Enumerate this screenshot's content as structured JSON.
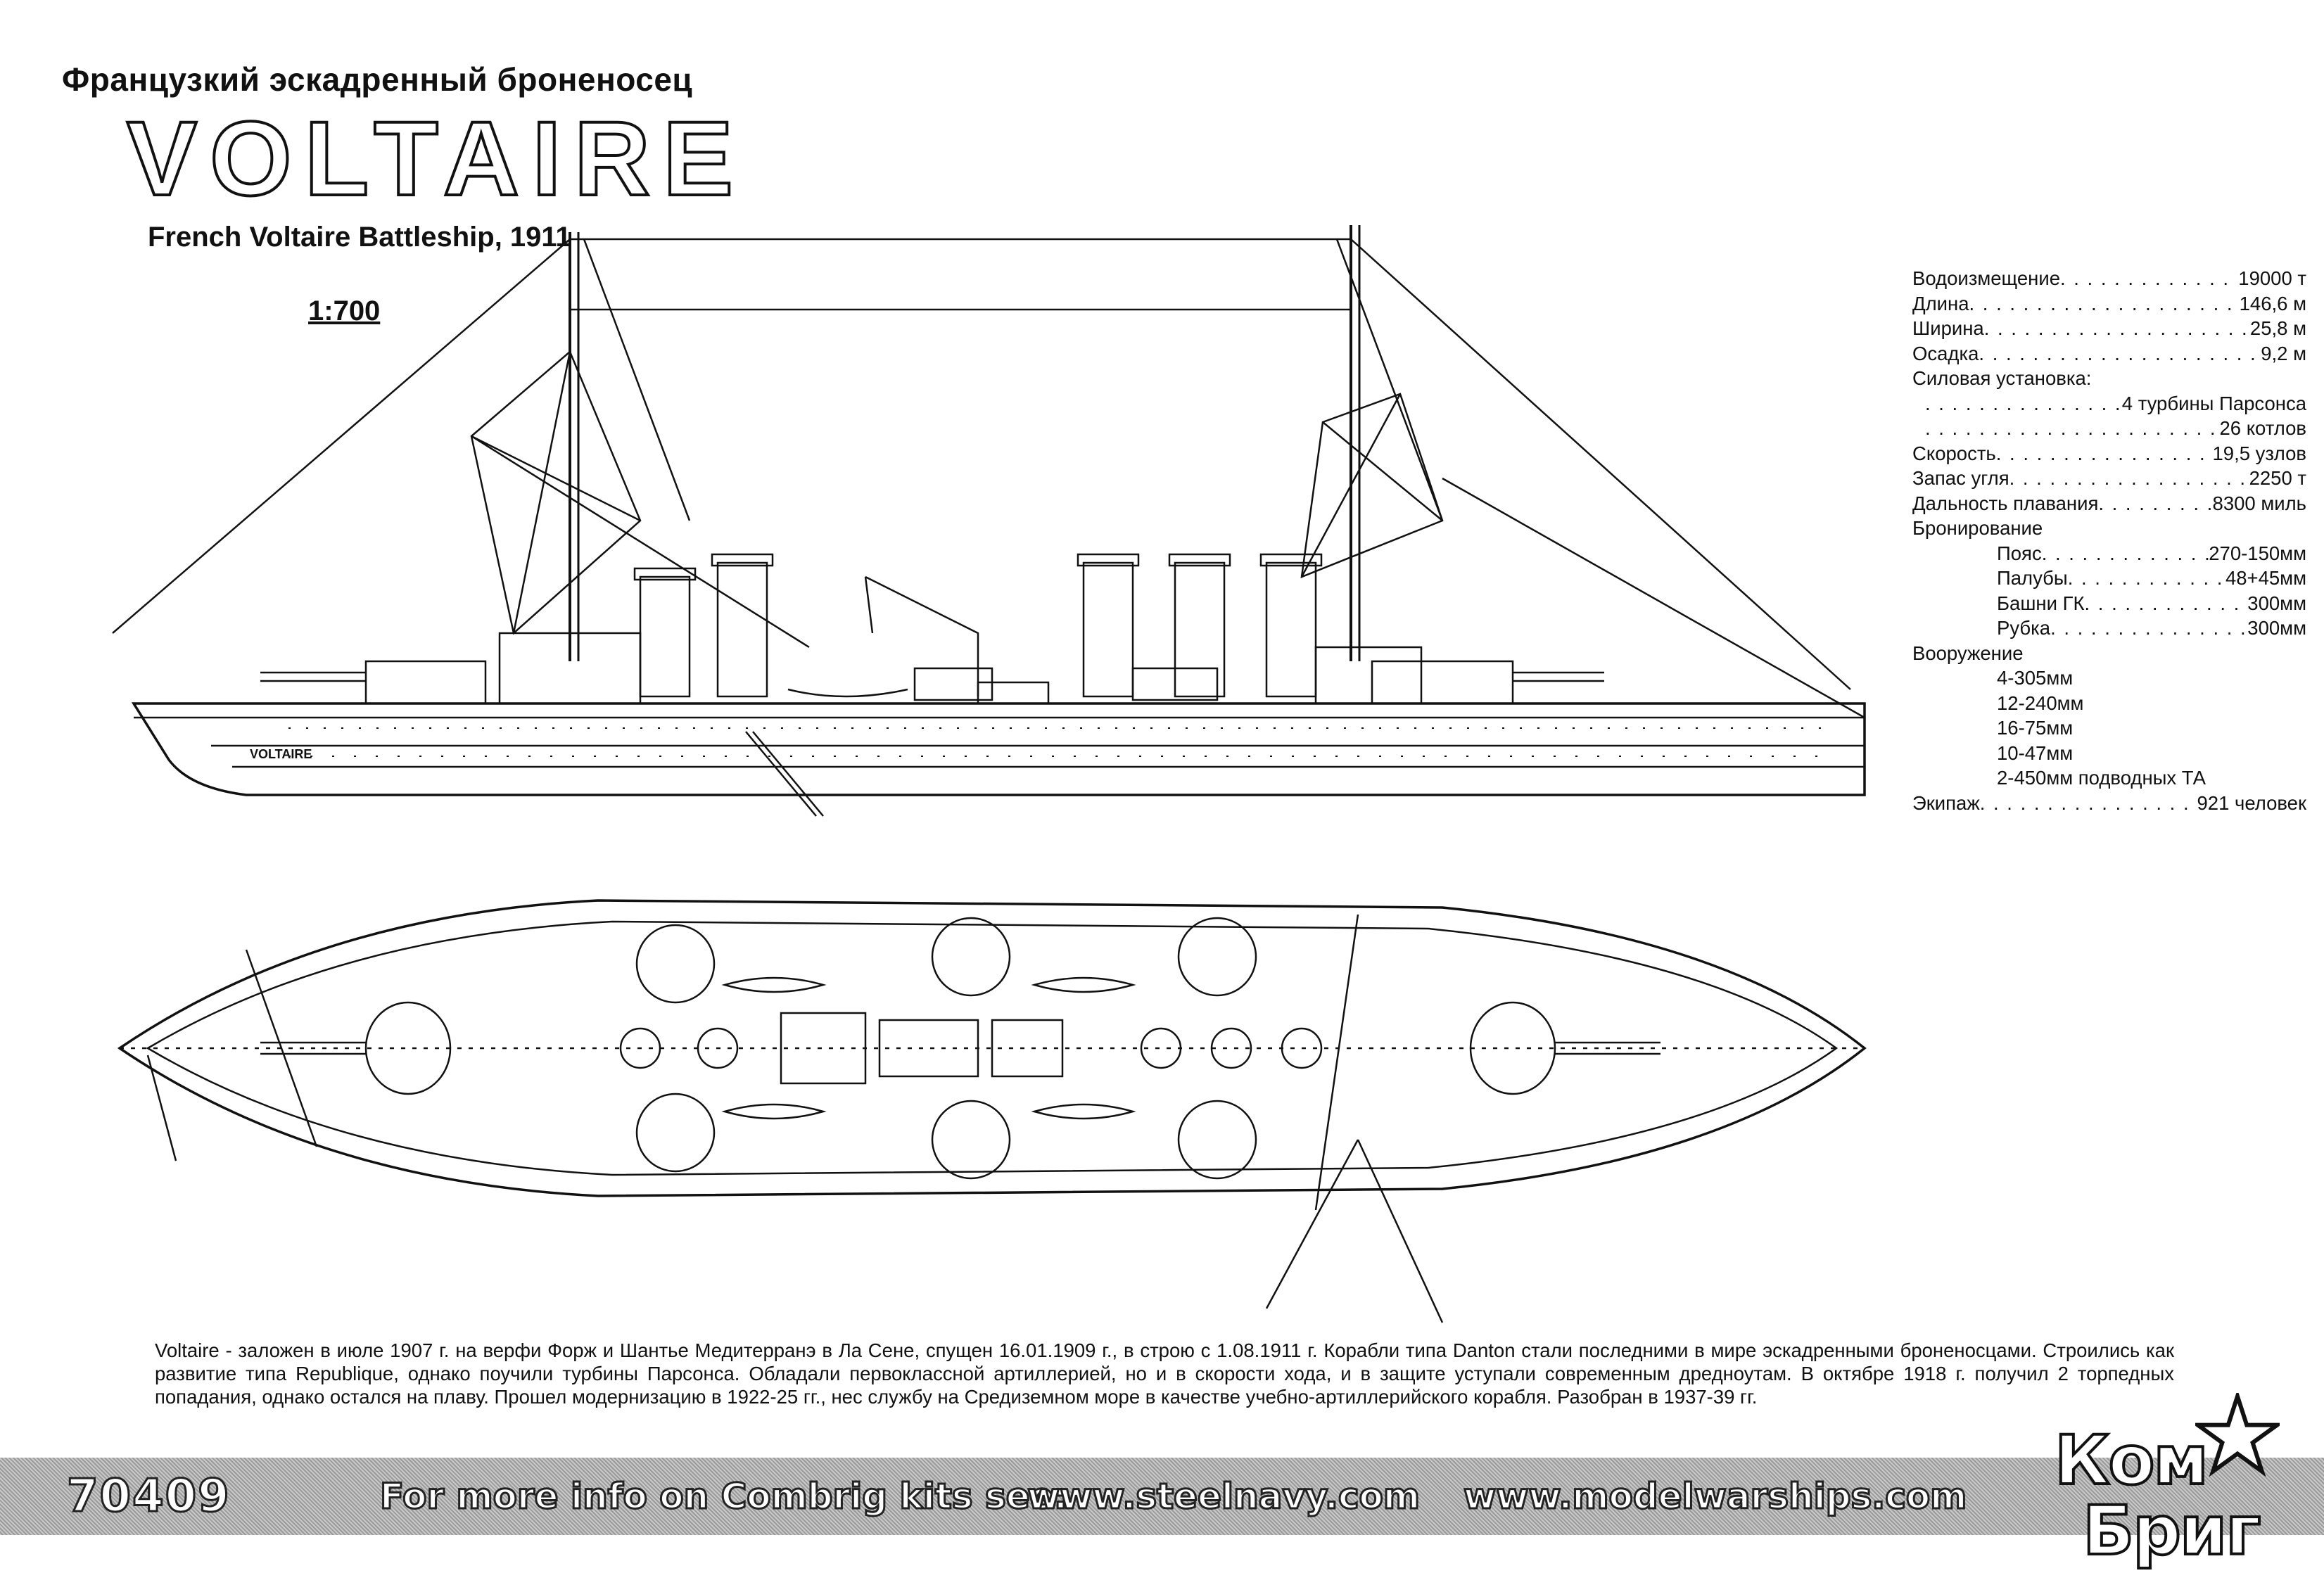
{
  "header": {
    "subtitle_ru": "Французкий эскадренный броненосец",
    "ship_name": "VOLTAIRE",
    "subtitle_en": "French Voltaire Battleship, 1911",
    "scale": "1:700",
    "hull_name": "VOLTAIRE"
  },
  "specs": {
    "rows_top": [
      {
        "label": "Водоизмещение",
        "value": "19000 т"
      },
      {
        "label": "Длина",
        "value": "146,6 м"
      },
      {
        "label": "Ширина",
        "value": "25,8 м"
      },
      {
        "label": "Осадка",
        "value": "9,2 м"
      }
    ],
    "power_title": "Силовая установка:",
    "power_rows": [
      {
        "value": "4 турбины Парсонса"
      },
      {
        "value": "26 котлов"
      }
    ],
    "rows_mid": [
      {
        "label": "Скорость",
        "value": "19,5 узлов"
      },
      {
        "label": "Запас угля",
        "value": "2250 т"
      },
      {
        "label": "Дальность плавания",
        "value": "8300 миль"
      }
    ],
    "armor_title": "Бронирование",
    "armor_rows": [
      {
        "label": "Пояс",
        "value": "270-150мм"
      },
      {
        "label": "Палубы",
        "value": "48+45мм"
      },
      {
        "label": "Башни ГК",
        "value": "300мм"
      },
      {
        "label": "Рубка",
        "value": "300мм"
      }
    ],
    "arm_title": "Вооружение",
    "arm_items": [
      "4-305мм",
      "12-240мм",
      "16-75мм",
      "10-47мм",
      "2-450мм подводных ТА"
    ],
    "crew": {
      "label": "Экипаж",
      "value": "921 человек"
    }
  },
  "description": "Voltaire - заложен в июле 1907 г. на верфи Форж и Шантье Медитерранэ в Ла Сене, спущен 16.01.1909 г., в строю с 1.08.1911 г. Корабли типа Danton стали последними в мире эскадренными броненосцами. Строились как развитие типа Republique, однако поучили турбины Парсонса. Обладали первоклассной артиллерией, но и в скорости хода, и в защите уступали современным дредноутам. В октябре 1918 г. получил 2 торпедных попадания, однако остался на плаву. Прошел модернизацию в 1922-25 гг., нес службу на Средиземном море в качестве учебно-артиллерийского корабля. Разобран в 1937-39 гг.",
  "footer": {
    "kit_number": "70409",
    "more_info": "For more info on Combrig kits see:",
    "url1": "www.steelnavy.com",
    "url2": "www.modelwarships.com"
  },
  "logo": {
    "line1": "Ком",
    "line2": "Бриг"
  }
}
